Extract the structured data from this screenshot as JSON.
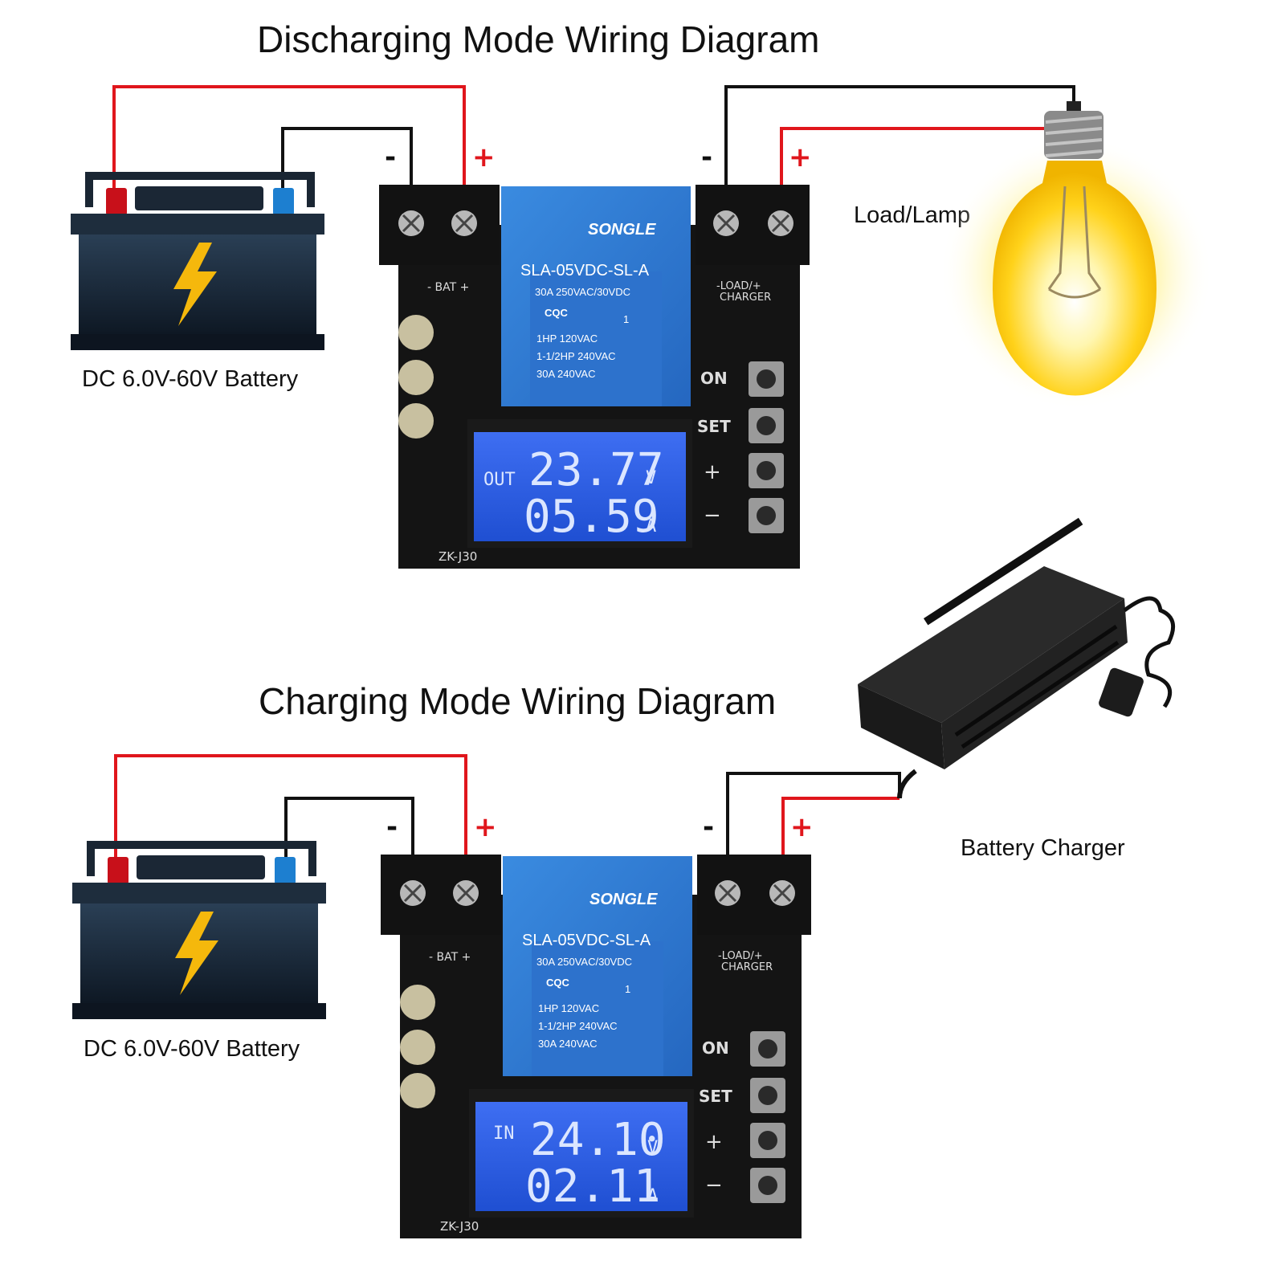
{
  "discharging": {
    "title": "Discharging Mode Wiring Diagram",
    "battery_label": "DC 6.0V-60V Battery",
    "load_label": "Load/Lamp",
    "neg_sign": "-",
    "pos_sign": "+",
    "module": {
      "relay_brand": "SONGLE",
      "relay_model": "SLA-05VDC-SL-A",
      "relay_rating_1": "30A 250VAC/30VDC",
      "relay_cert": "CQC",
      "relay_rating_2": "1HP 120VAC",
      "relay_rating_3": "1-1/2HP 240VAC",
      "relay_rating_4": "30A 240VAC",
      "relay_num": "1",
      "bat_label": "- BAT +",
      "load_label": "-LOAD/+",
      "charger_label": "CHARGER",
      "btn_on": "ON",
      "btn_set": "SET",
      "btn_plus": "+",
      "btn_minus": "−",
      "board_id": "ZK-J30",
      "lcd_mode": "OUT",
      "lcd_voltage": "23.77",
      "lcd_v_unit": "V",
      "lcd_current": "05.59",
      "lcd_a_unit": "A"
    }
  },
  "charging": {
    "title": "Charging Mode Wiring Diagram",
    "battery_label": "DC 6.0V-60V Battery",
    "charger_label": "Battery Charger",
    "neg_sign": "-",
    "pos_sign": "+",
    "module": {
      "relay_brand": "SONGLE",
      "relay_model": "SLA-05VDC-SL-A",
      "relay_rating_1": "30A 250VAC/30VDC",
      "relay_cert": "CQC",
      "relay_rating_2": "1HP 120VAC",
      "relay_rating_3": "1-1/2HP 240VAC",
      "relay_rating_4": "30A 240VAC",
      "relay_num": "1",
      "bat_label": "- BAT +",
      "load_label": "-LOAD/+",
      "charger_label": "CHARGER",
      "btn_on": "ON",
      "btn_set": "SET",
      "btn_plus": "+",
      "btn_minus": "−",
      "board_id": "ZK-J30",
      "lcd_mode": "IN",
      "lcd_voltage": "24.10",
      "lcd_v_unit": "V",
      "lcd_current": "02.11",
      "lcd_a_unit": "A"
    }
  },
  "colors": {
    "wire_positive": "#e0161c",
    "wire_negative": "#111111",
    "pcb": "#111111",
    "relay": "#2f7fd6",
    "lcd": "#2a5fe0",
    "lamp_glow": "#ffd21a"
  }
}
